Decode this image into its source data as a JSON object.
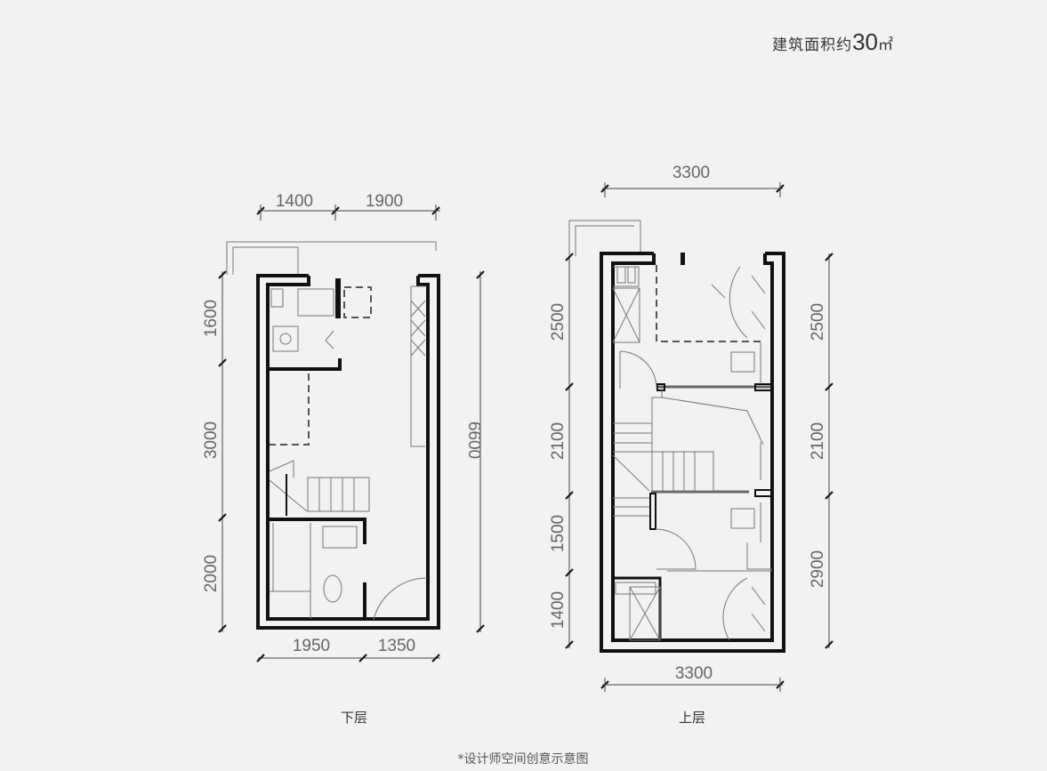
{
  "header": {
    "area_label": "建筑面积约",
    "area_value": "30",
    "area_unit": "㎡"
  },
  "lower_floor": {
    "title": "下层",
    "top_dims": [
      "1400",
      "1900"
    ],
    "left_dims": [
      "1600",
      "3000",
      "2000"
    ],
    "right_dims": [
      "6600"
    ],
    "bottom_dims": [
      "1950",
      "1350"
    ]
  },
  "upper_floor": {
    "title": "上层",
    "top_dims": [
      "3300"
    ],
    "left_dims": [
      "2500",
      "2100",
      "1500",
      "1400"
    ],
    "right_dims": [
      "2500",
      "2100",
      "2900"
    ],
    "bottom_dims": [
      "3300"
    ]
  },
  "footer": {
    "note": "*设计师空间创意示意图"
  }
}
